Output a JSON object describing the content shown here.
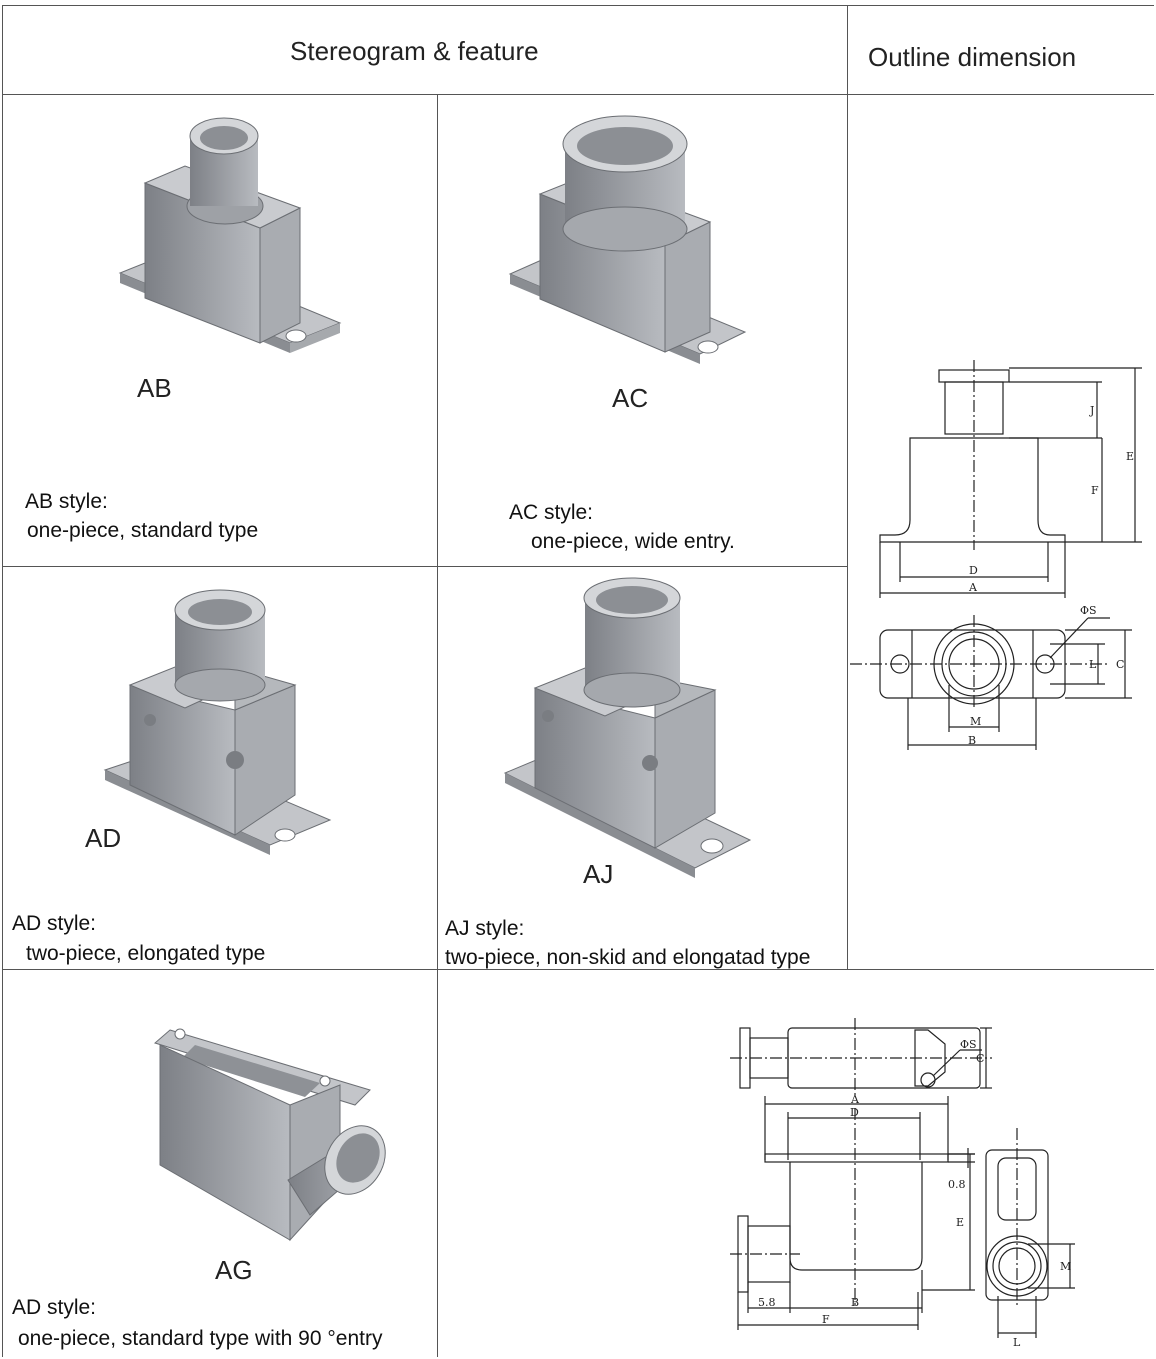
{
  "header": {
    "stereogram": "Stereogram & feature",
    "outline": "Outline dimension"
  },
  "cells": {
    "ab": {
      "code": "AB",
      "caption1": "AB style:",
      "caption2": "one-piece, standard type"
    },
    "ac": {
      "code": "AC",
      "caption1": "AC style:",
      "caption2": "one-piece, wide entry."
    },
    "ad": {
      "code": "AD",
      "caption1": "AD style:",
      "caption2": "two-piece, elongated type"
    },
    "aj": {
      "code": "AJ",
      "caption1": "AJ style:",
      "caption2": "two-piece, non-skid and elongatad type"
    },
    "ag": {
      "code": "AG",
      "caption1": "AD style:",
      "caption2": "one-piece, standard type with 90 °entry"
    }
  },
  "dims_top": [
    "J",
    "E",
    "F",
    "D",
    "A",
    "ΦS",
    "L",
    "C",
    "M",
    "B"
  ],
  "dims_bottom": [
    "ΦS",
    "C",
    "A",
    "D",
    "0.8",
    "E",
    "M",
    "5.8",
    "B",
    "F",
    "L"
  ]
}
